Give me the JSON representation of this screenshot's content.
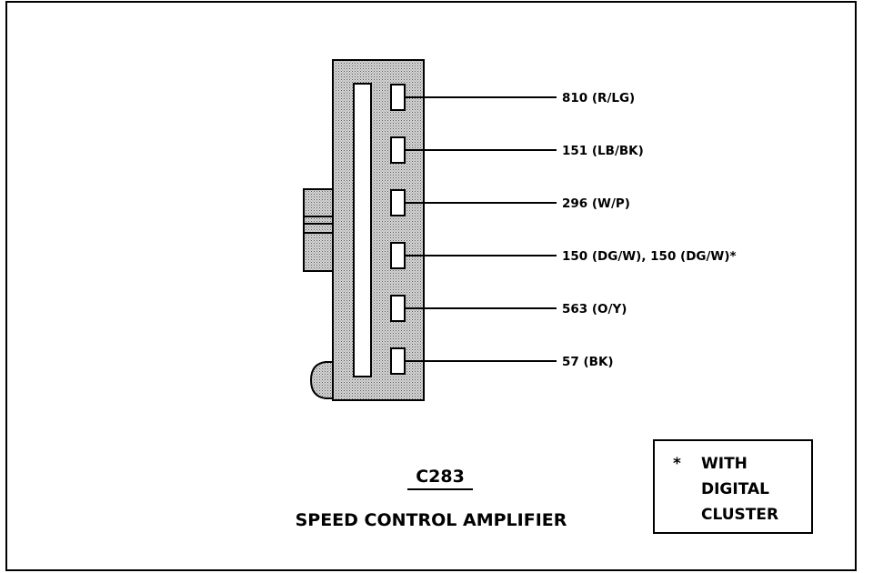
{
  "colors": {
    "line": "#000000",
    "background": "#ffffff",
    "connector_fill": "#c8c8c8"
  },
  "connector": {
    "id": "C283",
    "name": "SPEED CONTROL AMPLIFIER"
  },
  "pins": [
    {
      "label": "810 (R/LG)"
    },
    {
      "label": "151 (LB/BK)"
    },
    {
      "label": "296 (W/P)"
    },
    {
      "label": "150 (DG/W), 150 (DG/W)*"
    },
    {
      "label": "563 (O/Y)"
    },
    {
      "label": "57 (BK)"
    }
  ],
  "note": {
    "asterisk": "*",
    "lines": [
      "WITH",
      "DIGITAL",
      "CLUSTER"
    ]
  }
}
